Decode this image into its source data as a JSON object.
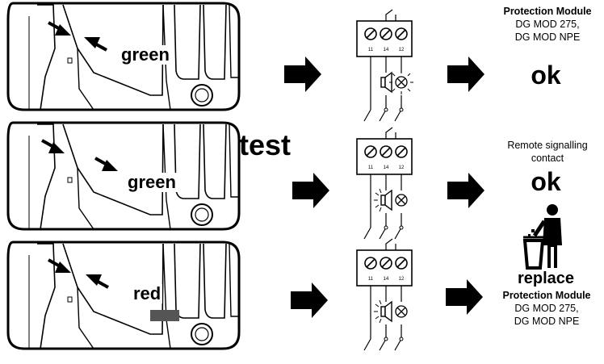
{
  "rows": [
    {
      "id": "row1",
      "photo_label": "green",
      "result": {
        "title": "Protection Module",
        "lines": [
          "DG MOD 275,",
          "DG MOD NPE"
        ],
        "status": "ok"
      }
    },
    {
      "id": "row2",
      "photo_label": "green",
      "result": {
        "title": "Remote signalling",
        "lines": [
          "contact"
        ],
        "status": "ok"
      }
    },
    {
      "id": "row3",
      "photo_label": "red",
      "result": {
        "status": "replace",
        "title": "Protection Module",
        "lines": [
          "DG MOD 275,",
          "DG MOD NPE"
        ]
      }
    }
  ],
  "test_label": "test",
  "terminal_numbers": [
    "11",
    "14",
    "12"
  ],
  "icons": {
    "arrow": "right-arrow-icon",
    "trash": "person-trash-bin-icon",
    "horn": "horn-icon",
    "lamp": "lamp-icon"
  },
  "colors": {
    "ink": "#000000",
    "background": "#ffffff"
  }
}
